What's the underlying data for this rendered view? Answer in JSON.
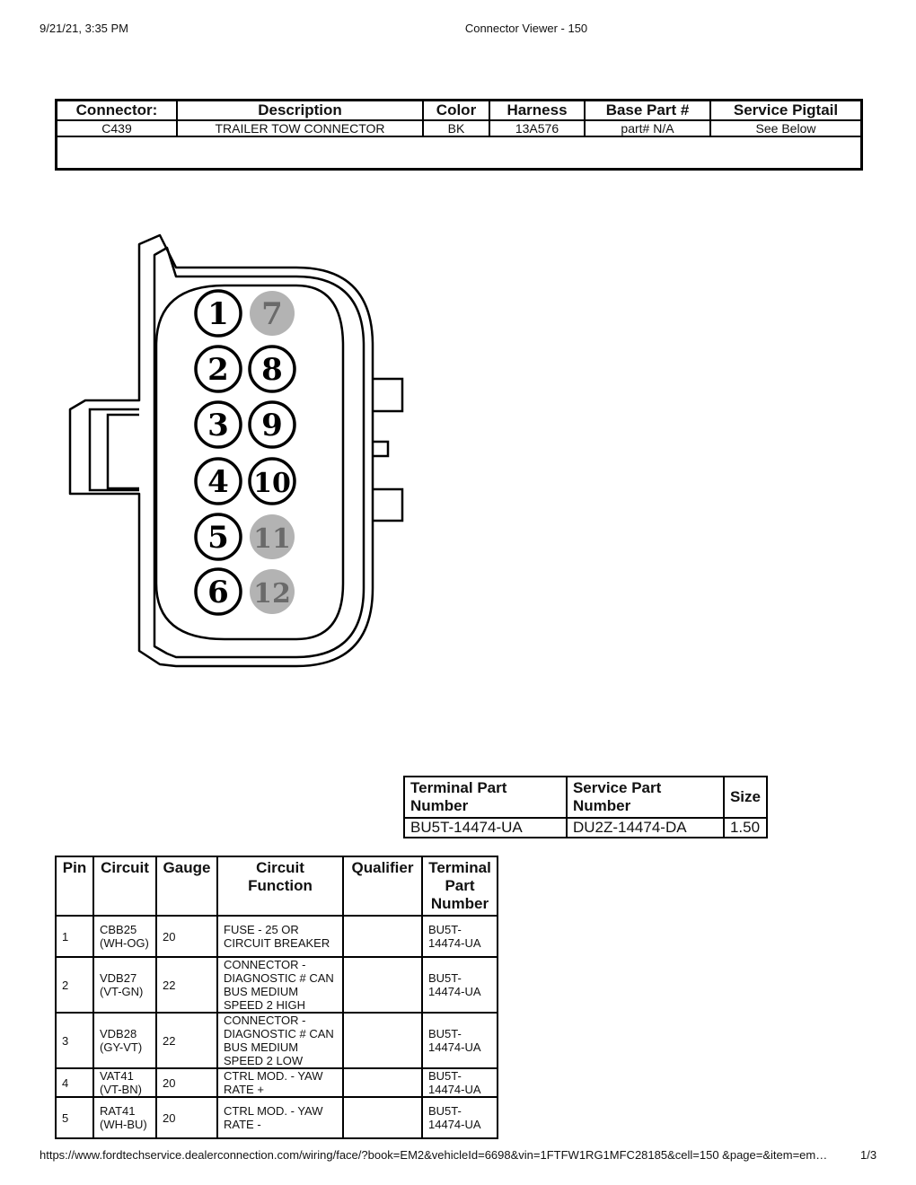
{
  "header": {
    "datetime": "9/21/21, 3:35 PM",
    "title": "Connector Viewer - 150"
  },
  "connector_table": {
    "headers": [
      "Connector:",
      "Description",
      "Color",
      "Harness",
      "Base Part #",
      "Service Pigtail"
    ],
    "row": [
      "C439",
      "TRAILER TOW CONNECTOR",
      "BK",
      "13A576",
      "part# N/A",
      "See Below"
    ]
  },
  "connector": {
    "pins": [
      {
        "label": "1",
        "filled": false
      },
      {
        "label": "2",
        "filled": false
      },
      {
        "label": "3",
        "filled": false
      },
      {
        "label": "4",
        "filled": false
      },
      {
        "label": "5",
        "filled": false
      },
      {
        "label": "6",
        "filled": false
      },
      {
        "label": "7",
        "filled": true
      },
      {
        "label": "8",
        "filled": false
      },
      {
        "label": "9",
        "filled": false
      },
      {
        "label": "10",
        "filled": false
      },
      {
        "label": "11",
        "filled": true
      },
      {
        "label": "12",
        "filled": true
      }
    ],
    "filled_color": "#b3b3b3"
  },
  "terminal_table": {
    "headers": [
      "Terminal Part Number",
      "Service Part Number",
      "Size"
    ],
    "row": [
      "BU5T-14474-UA",
      "DU2Z-14474-DA",
      "1.50"
    ]
  },
  "pin_table": {
    "headers": [
      "Pin",
      "Circuit",
      "Gauge",
      "Circuit Function",
      "Qualifier",
      "Terminal Part Number"
    ],
    "rows": [
      {
        "pin": "1",
        "circuit": "CBB25 (WH-OG)",
        "gauge": "20",
        "function": "FUSE - 25 OR CIRCUIT BREAKER",
        "qualifier": "",
        "terminal": "BU5T-14474-UA"
      },
      {
        "pin": "2",
        "circuit": "VDB27 (VT-GN)",
        "gauge": "22",
        "function": "CONNECTOR - DIAGNOSTIC # CAN BUS MEDIUM SPEED 2 HIGH",
        "qualifier": "",
        "terminal": "BU5T-14474-UA"
      },
      {
        "pin": "3",
        "circuit": "VDB28 (GY-VT)",
        "gauge": "22",
        "function": "CONNECTOR - DIAGNOSTIC # CAN BUS MEDIUM SPEED 2 LOW",
        "qualifier": "",
        "terminal": "BU5T-14474-UA"
      },
      {
        "pin": "4",
        "circuit": "VAT41 (VT-BN)",
        "gauge": "20",
        "function": "CTRL MOD. - YAW RATE +",
        "qualifier": "",
        "terminal": "BU5T-14474-UA"
      },
      {
        "pin": "5",
        "circuit": "RAT41 (WH-BU)",
        "gauge": "20",
        "function": "CTRL MOD. - YAW RATE -",
        "qualifier": "",
        "terminal": "BU5T-14474-UA"
      }
    ]
  },
  "footer": {
    "url": "https://www.fordtechservice.dealerconnection.com/wiring/face/?book=EM2&vehicleId=6698&vin=1FTFW1RG1MFC28185&cell=150 &page=&item=em…",
    "page": "1/3"
  }
}
